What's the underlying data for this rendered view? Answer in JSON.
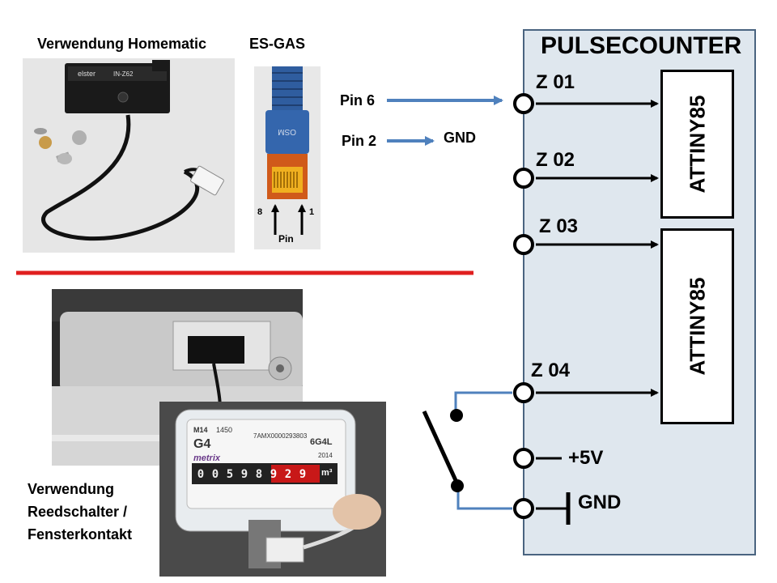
{
  "header": {
    "homematic_label": "Verwendung Homematic",
    "esgas_label": "ES-GAS"
  },
  "sensor_photo": {
    "brand": "elster",
    "model": "IN-Z62"
  },
  "connector": {
    "pin6_label": "Pin 6",
    "pin2_label": "Pin 2",
    "gnd_label": "GND",
    "pin_caption": "Pin",
    "pin_left_number": "8",
    "pin_right_number": "1",
    "plug_text": "OSM"
  },
  "panel": {
    "title": "PULSECOUNTER",
    "inputs": [
      "Z 01",
      "Z 02",
      "Z 03",
      "Z 04"
    ],
    "chip_top_label": "ATTINY85",
    "chip_bottom_label": "ATTINY85",
    "power_label": "+5V",
    "gnd_label": "GND"
  },
  "meter": {
    "cert": "M14",
    "number": "1450",
    "serial": "7AMX0000293803",
    "model": "G4",
    "type": "6G4L",
    "brand": "metrix",
    "year": "2014",
    "digits": [
      "0",
      "0",
      "5",
      "9",
      "8",
      "9",
      "2",
      "9"
    ],
    "unit": "m³"
  },
  "reed": {
    "line1": "Verwendung",
    "line2": "Reedschalter /",
    "line3": "Fensterkontakt"
  },
  "colors": {
    "divider": "#e02020",
    "wire_blue": "#4f81bd",
    "panel_fill": "#dfe7ee",
    "panel_border": "#4a6480"
  }
}
